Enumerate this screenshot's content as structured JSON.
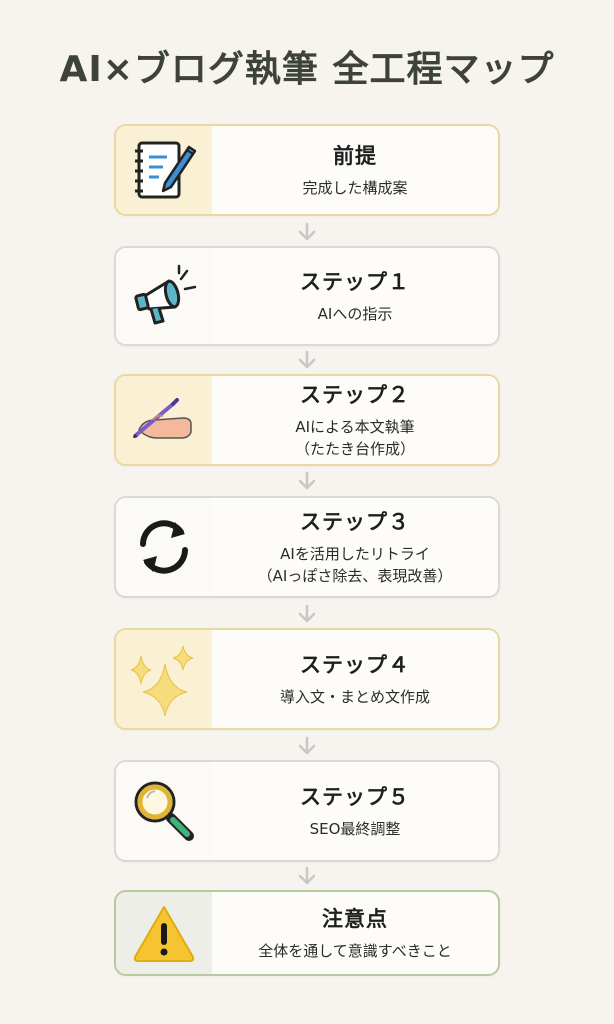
{
  "title": "AI×ブログ執筆 全工程マップ",
  "steps": [
    {
      "title": "前提",
      "lines": [
        "完成した構成案"
      ],
      "icon": "notebook-pen-icon"
    },
    {
      "title": "ステップ１",
      "lines": [
        "AIへの指示"
      ],
      "icon": "megaphone-icon"
    },
    {
      "title": "ステップ２",
      "lines": [
        "AIによる本文執筆",
        "（たたき台作成）"
      ],
      "icon": "hand-writing-icon"
    },
    {
      "title": "ステップ３",
      "lines": [
        "AIを活用したリトライ",
        "（AIっぽさ除去、表現改善）"
      ],
      "icon": "refresh-arrows-icon"
    },
    {
      "title": "ステップ４",
      "lines": [
        "導入文・まとめ文作成"
      ],
      "icon": "sparkles-icon"
    },
    {
      "title": "ステップ５",
      "lines": [
        "SEO最終調整"
      ],
      "icon": "magnifier-icon"
    },
    {
      "title": "注意点",
      "lines": [
        "全体を通して意識すべきこと"
      ],
      "icon": "warning-icon"
    }
  ],
  "colors": {
    "background": "#f7f3ee",
    "title": "#3d4437",
    "yellow_border": "#e8d9a3",
    "gray_border": "#d9d9d6",
    "green_border": "#b8c9a0",
    "arrow": "#c8c8c4"
  }
}
